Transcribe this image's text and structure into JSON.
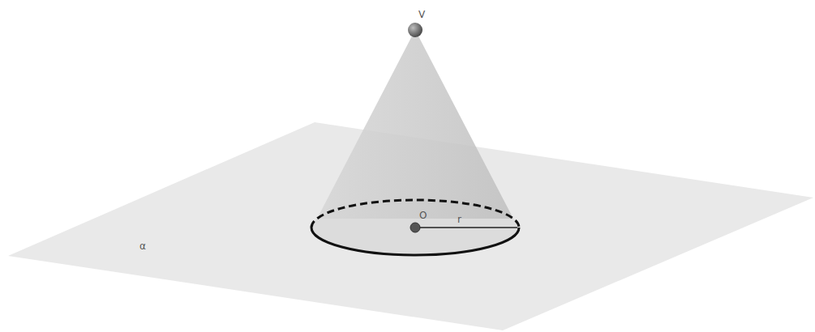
{
  "diagram": {
    "labels": [
      "V",
      "O",
      "r",
      "α"
    ]
  }
}
